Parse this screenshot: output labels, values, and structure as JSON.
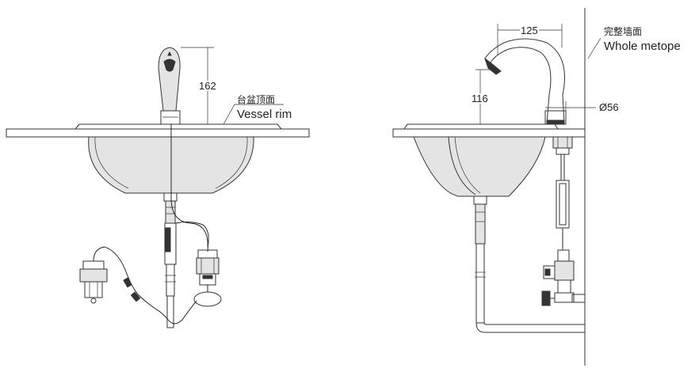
{
  "labels": {
    "vessel_rim_zh": "台盆顶面",
    "vessel_rim_en": "Vessel rim",
    "wall_zh": "完整墙面",
    "wall_en": "Whole metope"
  },
  "dimensions": {
    "spout_height": "162",
    "spout_reach": "125",
    "spout_clearance": "116",
    "base_diameter": "Ø56"
  }
}
